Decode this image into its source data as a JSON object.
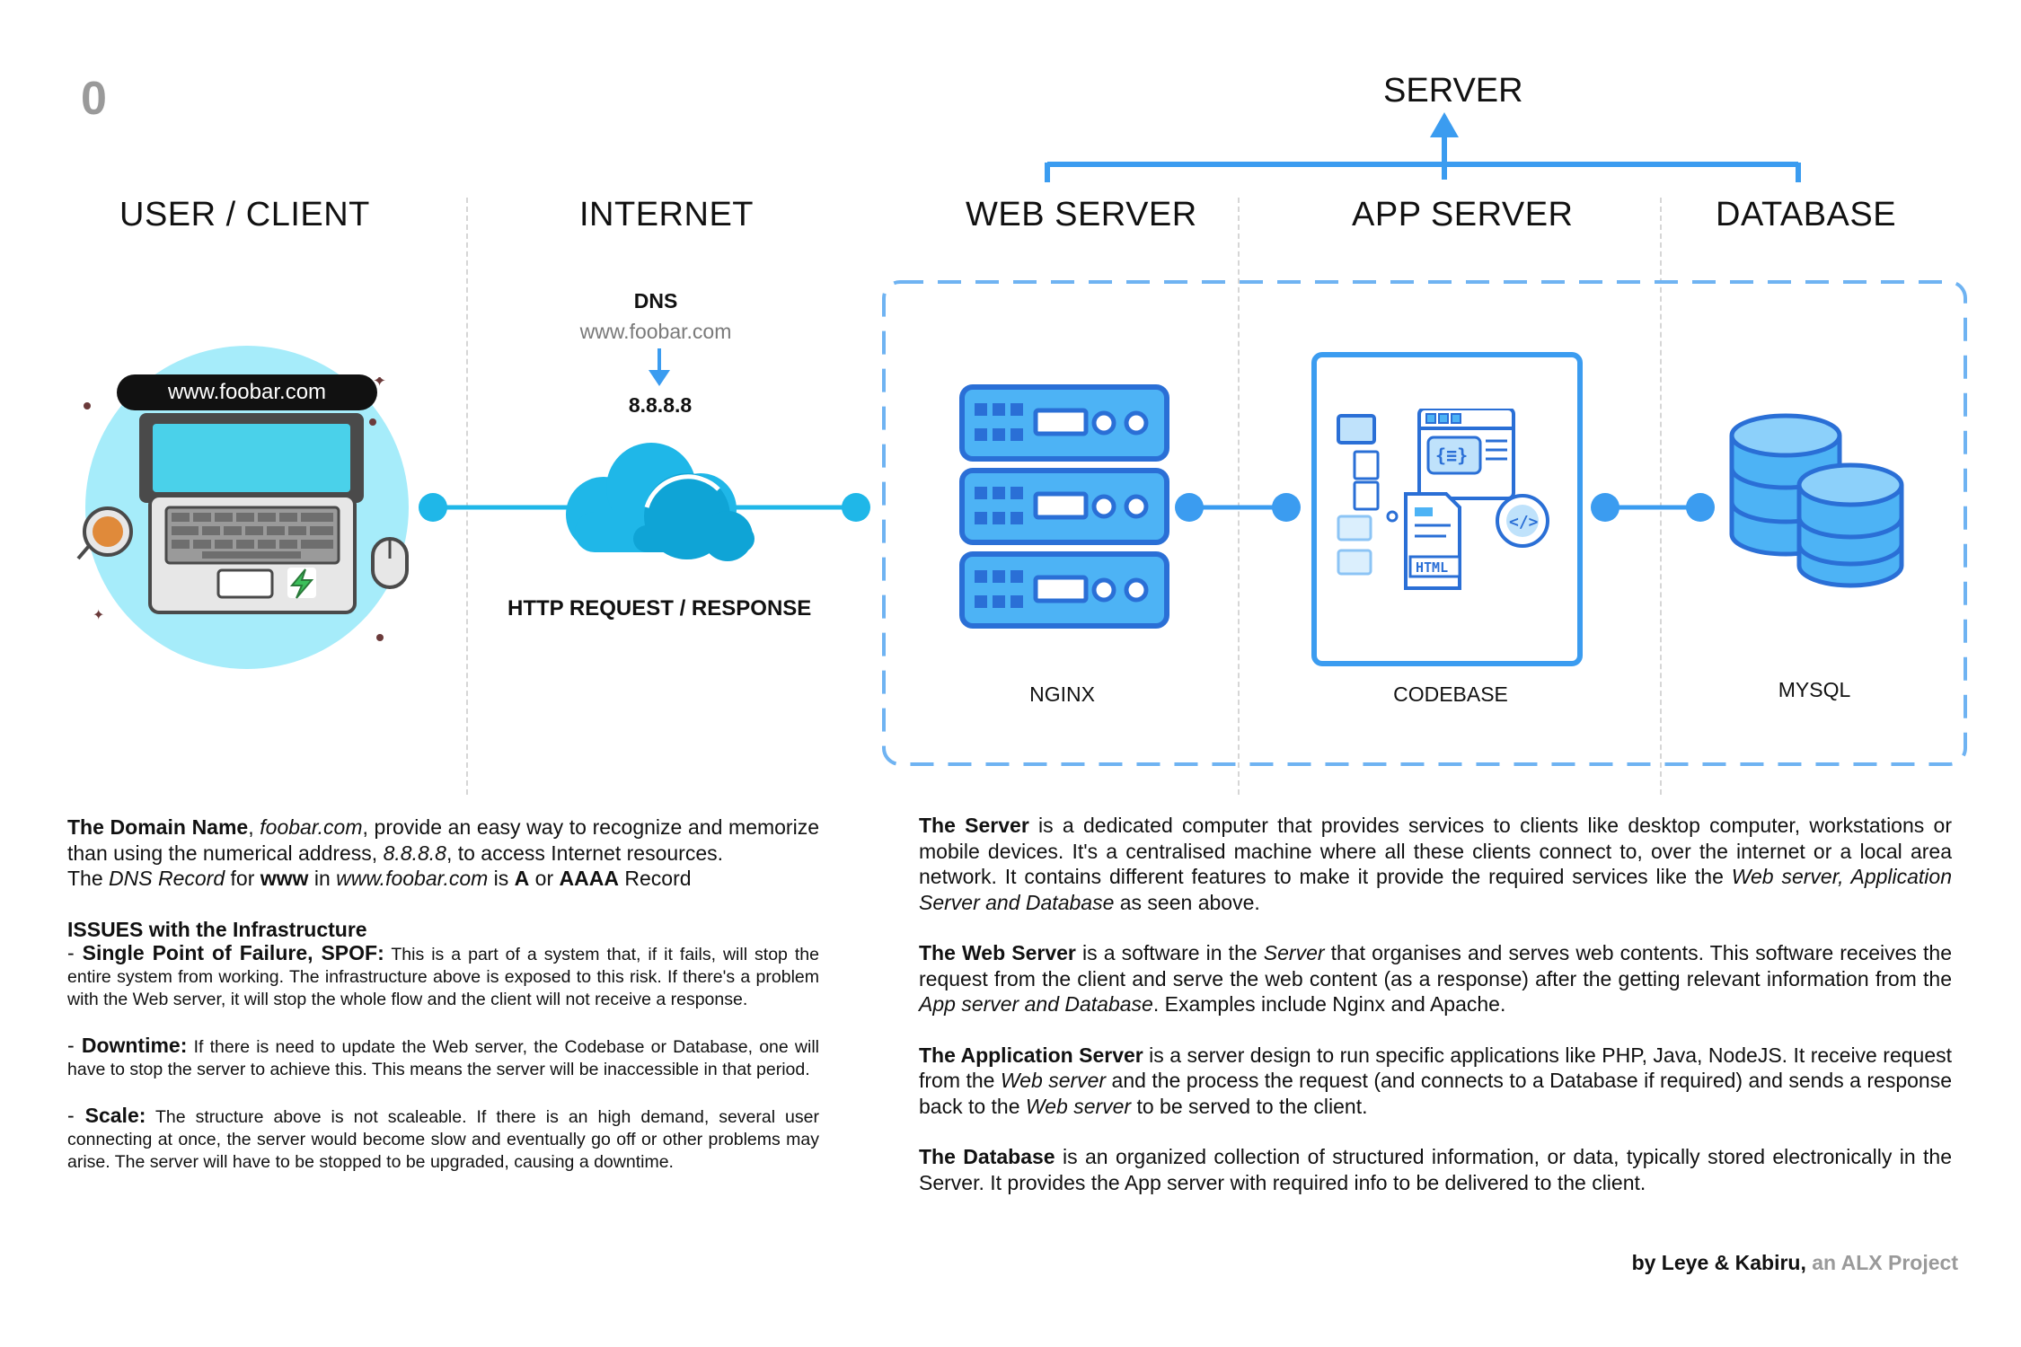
{
  "page_number": "0",
  "server_heading": "SERVER",
  "columns": {
    "user_client": "USER / CLIENT",
    "internet": "INTERNET",
    "web_server": "WEB SERVER",
    "app_server": "APP SERVER",
    "database": "DATABASE"
  },
  "client": {
    "url": "www.foobar.com"
  },
  "dns": {
    "label": "DNS",
    "domain": "www.foobar.com",
    "ip": "8.8.8.8"
  },
  "http_label": "HTTP REQUEST / RESPONSE",
  "components": {
    "web_server": "NGINX",
    "app_server": "CODEBASE",
    "database": "MYSQL"
  },
  "code_badge": "HTML",
  "left_text": {
    "domain_title": "The Domain Name",
    "domain_italic": "foobar.com",
    "domain_rest": ", provide an easy way to recognize and memorize than using the numerical address, ",
    "domain_ip": "8.8.8.8",
    "domain_end": ", to access Internet resources.",
    "dns_prefix": "The ",
    "dns_record": "DNS Record",
    "dns_for": " for ",
    "dns_www": "www",
    "dns_in": " in ",
    "dns_domain": "www.foobar.com",
    "dns_is": " is ",
    "dns_a": "A",
    "dns_or": " or ",
    "dns_aaaa": "AAAA",
    "dns_end": " Record",
    "issues_title": "ISSUES with the Infrastructure",
    "spof_title": "Single Point of Failure, SPOF:",
    "spof_text": " This is a part of a system that, if it fails, will stop the entire system from working. The infrastructure above is exposed to this risk. If there's a problem with the Web server, it will stop the whole flow and the client will not receive a response.",
    "downtime_title": "Downtime:",
    "downtime_text": " If there is need to update the Web server, the Codebase or Database, one will have to stop the server to achieve this. This means the server will be inaccessible in that period.",
    "scale_title": "Scale:",
    "scale_text": " The structure above is not scaleable. If there is an high demand, several user connecting at once, the server would become slow and eventually go off or other problems may arise. The server will have to be stopped to be upgraded, causing a downtime."
  },
  "right_text": {
    "server_title": "The Server",
    "server_text": " is a dedicated computer that provides services to clients like desktop computer, workstations or mobile devices. It's a centralised machine where all these clients connect to, over the internet or a local area network. It contains different features to make it provide the required services like the ",
    "server_italic": "Web server, Application Server and Database",
    "server_end": " as seen above.",
    "web_title": "The Web Server",
    "web_text1": " is a software in the ",
    "web_italic1": "Server",
    "web_text2": " that organises and serves web contents. This software receives the request from the client and serve the web content (as a response) after the getting relevant information from the ",
    "web_italic2": "App server and Database",
    "web_end": ". Examples include Nginx and Apache.",
    "app_title": "The Application Server",
    "app_text1": " is a server design to run specific applications like PHP, Java, NodeJS. It receive request from the ",
    "app_italic1": "Web server",
    "app_text2": " and the process the request (and connects to a Database if required) and sends a response back to the ",
    "app_italic2": "Web server",
    "app_end": " to be served to the client.",
    "db_title": "The Database",
    "db_text": " is an organized collection of structured information, or data, typically stored electronically in the Server. It provides the App server with required info to be delivered to the client."
  },
  "credit": {
    "authors": "by Leye & Kabiru,",
    "project": " an ALX Project"
  },
  "colors": {
    "accent_blue": "#3b9cf0",
    "cyan": "#1fb7e8",
    "dark_blue": "#2a6fd6"
  }
}
